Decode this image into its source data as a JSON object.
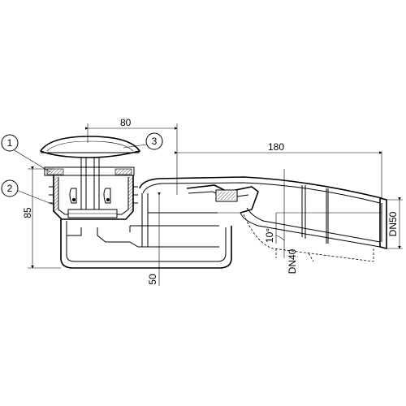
{
  "dimensions": {
    "width_top": "80",
    "length_outlet": "180",
    "height_left": "85",
    "height_bottom": "50",
    "angle": "10°",
    "dn40": "DN40",
    "dn50": "DN50"
  },
  "callouts": [
    {
      "number": "1"
    },
    {
      "number": "2"
    },
    {
      "number": "3"
    }
  ]
}
